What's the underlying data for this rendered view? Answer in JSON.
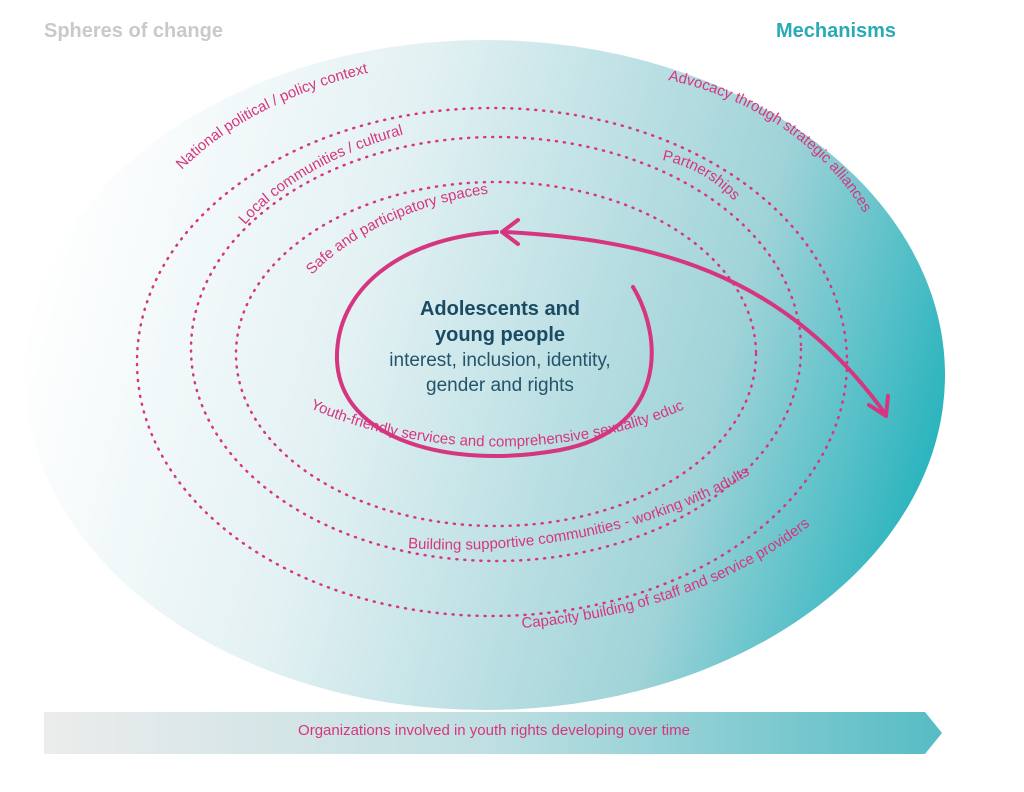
{
  "headings": {
    "left": "Spheres of change",
    "right": "Mechanisms"
  },
  "center": {
    "title_line1": "Adolescents and",
    "title_line2": "young people",
    "detail_line1": "interest, inclusion, identity,",
    "detail_line2": "gender and rights"
  },
  "spheres": {
    "outer": "National political / policy context",
    "middle": "Local communities / cultural",
    "inner": "Safe and participatory spaces"
  },
  "mechanisms": {
    "advocacy": "Advocacy through strategic alliances",
    "partnerships": "Partnerships",
    "youth_services": "Youth-friendly services and comprehensive sexuality education",
    "supportive_communities": "Building supportive communities - working with adults",
    "capacity_building": "Capacity building of staff and service providers"
  },
  "timeline": {
    "label": "Organizations involved in youth rights developing over time"
  },
  "colors": {
    "accent_pink": "#d6357f",
    "teal": "#2aaab6",
    "navy": "#1b4a63",
    "grey_heading": "#c9c9c9"
  }
}
